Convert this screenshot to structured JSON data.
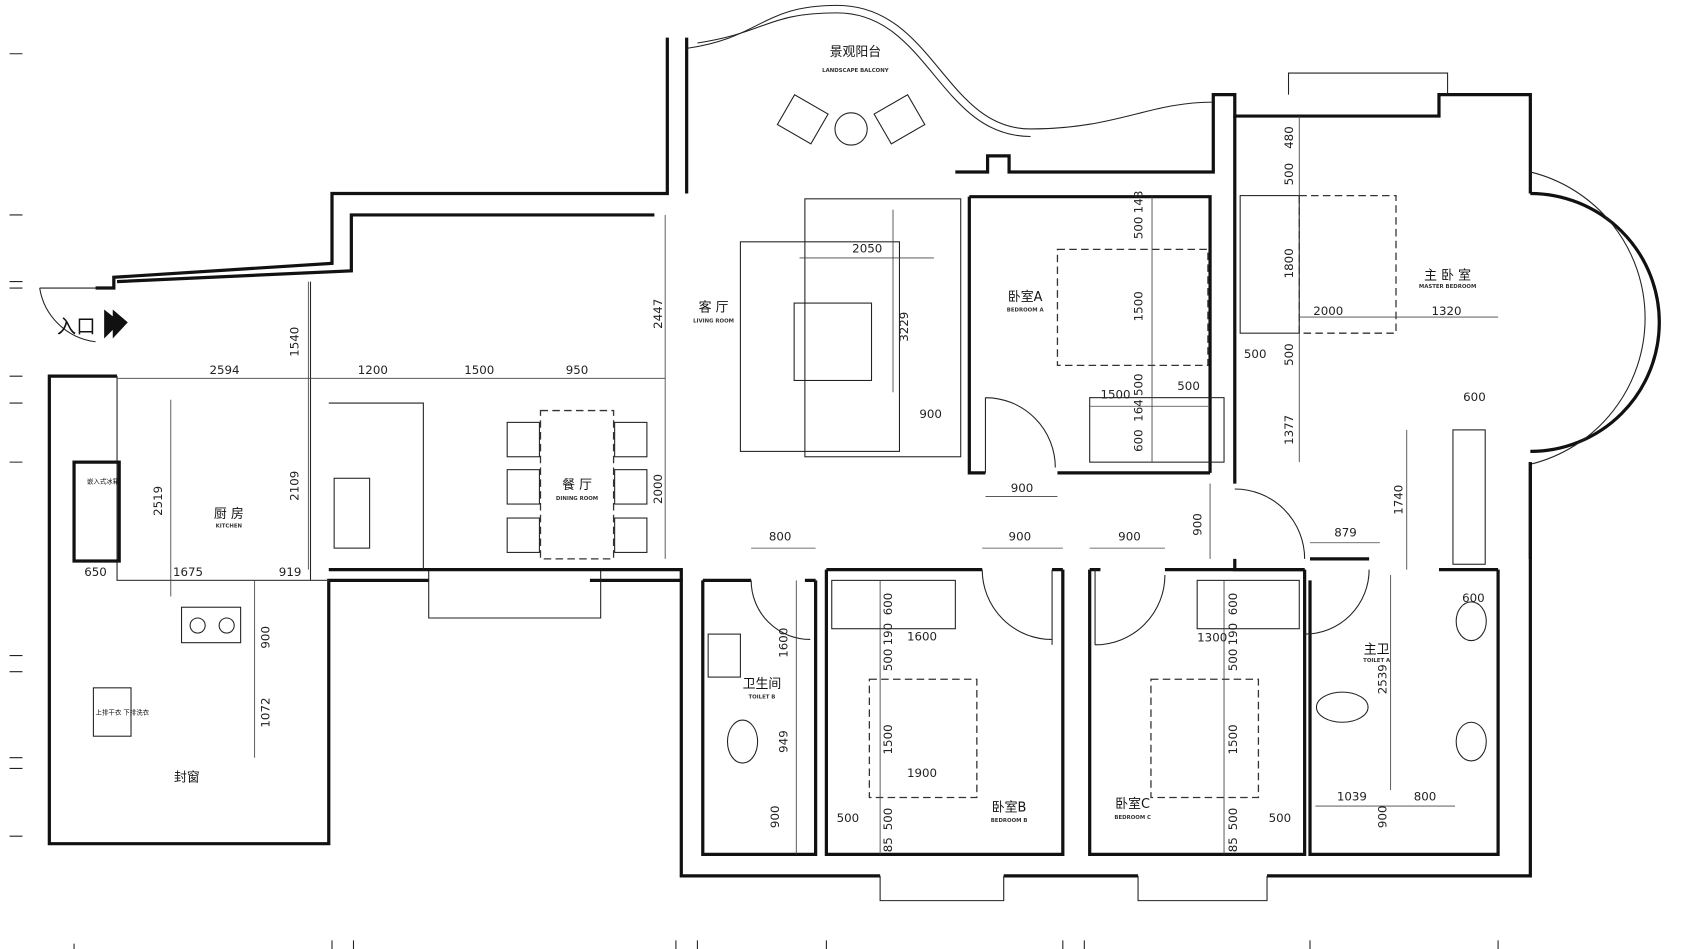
{
  "plan": {
    "entrance": "入口",
    "sealed_window": "封窗",
    "rooms": {
      "balcony": {
        "cn": "景观阳台",
        "en": "LANDSCAPE BALCONY"
      },
      "living": {
        "cn": "客 厅",
        "en": "LIVING ROOM"
      },
      "dining": {
        "cn": "餐 厅",
        "en": "DINING ROOM"
      },
      "kitchen": {
        "cn": "厨 房",
        "en": "KITCHEN"
      },
      "bedroom_a": {
        "cn": "卧室A",
        "en": "BEDROOM A"
      },
      "master": {
        "cn": "主 卧 室",
        "en": "MASTER BEDROOM"
      },
      "toilet_b": {
        "cn": "卫生间",
        "en": "TOILET B"
      },
      "bedroom_b": {
        "cn": "卧室B",
        "en": "BEDROOM B"
      },
      "bedroom_c": {
        "cn": "卧室C",
        "en": "BEDROOM C"
      },
      "toilet_a": {
        "cn": "主卫",
        "en": "TOILET A"
      }
    },
    "fixtures": {
      "fridge": "嵌入式冰箱",
      "washer": "上排干衣 下排洗衣"
    },
    "dimensions": [
      "2594",
      "1200",
      "1500",
      "950",
      "1540",
      "2109",
      "2519",
      "650",
      "1675",
      "919",
      "900",
      "1072",
      "2447",
      "2000",
      "2050",
      "3229",
      "900",
      "148",
      "500",
      "1500",
      "500",
      "164",
      "600",
      "1500",
      "500",
      "900",
      "900",
      "480",
      "500",
      "1800",
      "500",
      "1377",
      "2000",
      "1320",
      "500",
      "600",
      "1740",
      "879",
      "800",
      "900",
      "900",
      "1600",
      "949",
      "900",
      "600",
      "190",
      "1600",
      "500",
      "1500",
      "1900",
      "500",
      "500",
      "85",
      "600",
      "190",
      "1300",
      "500",
      "1500",
      "500",
      "500",
      "85",
      "2539",
      "600",
      "1039",
      "800",
      "900"
    ]
  }
}
